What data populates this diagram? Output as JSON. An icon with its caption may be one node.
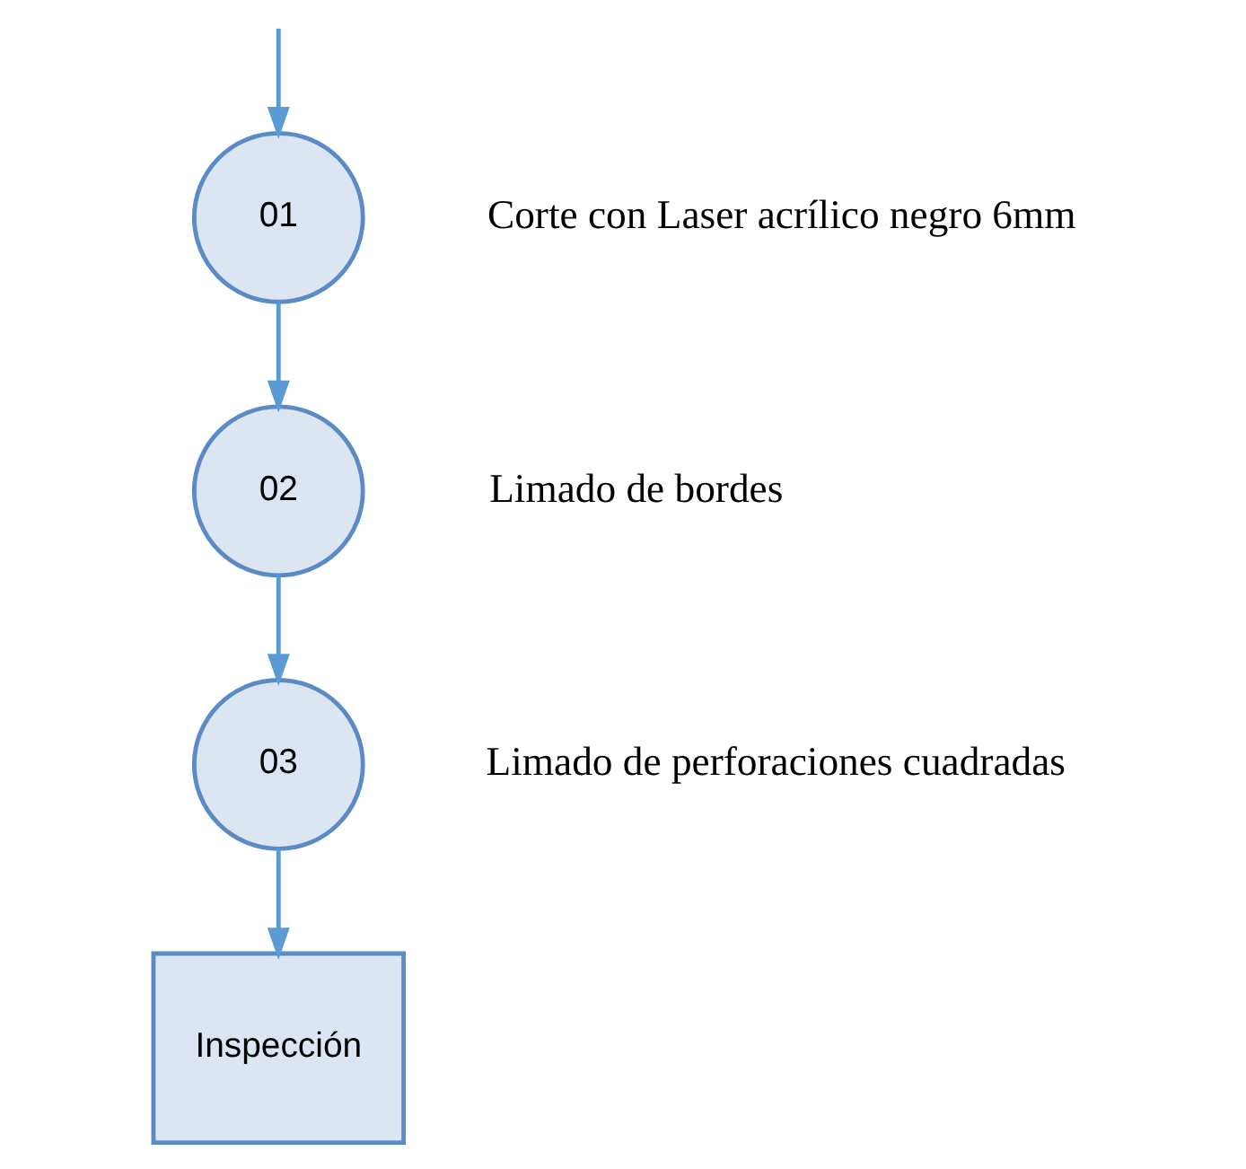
{
  "diagram": {
    "nodes": [
      {
        "text": [
          "01"
        ],
        "beside": [
          "Corte con Laser acrílico negro 6mm"
        ]
      },
      {
        "text": [
          "02"
        ],
        "beside": [
          "Limado de bordes"
        ]
      },
      {
        "text": [
          "03"
        ],
        "beside": [
          "Limado de perforaciones cuadradas"
        ]
      },
      {
        "text": [
          "Inspección"
        ]
      }
    ],
    "edges": [
      {
        "from": null,
        "to": 0,
        "arrow": "to"
      },
      {
        "from": 0,
        "to": 1,
        "arrow": "to"
      },
      {
        "from": 1,
        "to": 2,
        "arrow": "to"
      },
      {
        "from": 2,
        "to": 3,
        "arrow": "to"
      }
    ]
  }
}
